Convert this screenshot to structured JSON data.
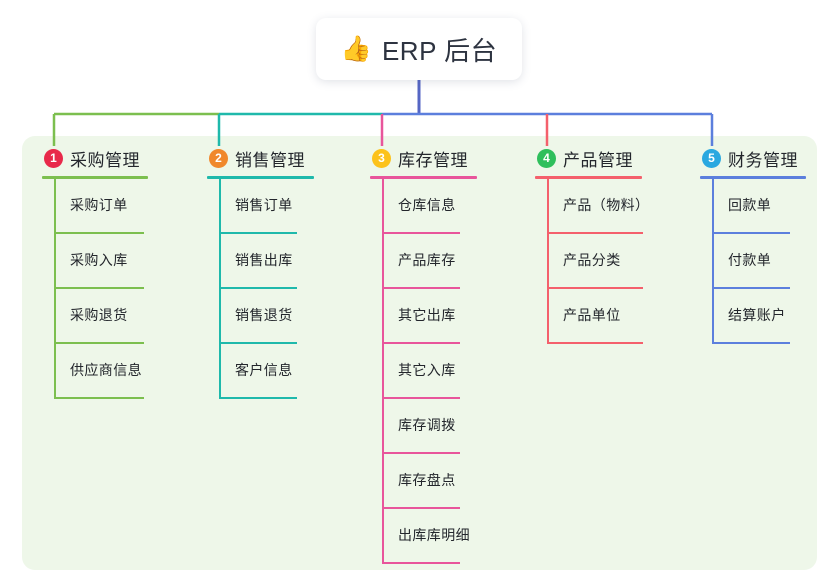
{
  "root": {
    "icon": "thumbs-up-emoji",
    "emoji": "👍",
    "title": "ERP 后台"
  },
  "palette": {
    "panel_bg": "#eef7e9",
    "page_bg": "#ffffff",
    "root_text": "#2d3340",
    "stem": "#5566c4"
  },
  "columns": [
    {
      "number": "1",
      "title": "采购管理",
      "badge_color": "#e8294a",
      "line_color": "#7cbf4f",
      "items": [
        {
          "label": "采购订单"
        },
        {
          "label": "采购入库"
        },
        {
          "label": "采购退货"
        },
        {
          "label": "供应商信息"
        }
      ]
    },
    {
      "number": "2",
      "title": "销售管理",
      "badge_color": "#f0882c",
      "line_color": "#1fb9ab",
      "items": [
        {
          "label": "销售订单"
        },
        {
          "label": "销售出库"
        },
        {
          "label": "销售退货"
        },
        {
          "label": "客户信息"
        }
      ]
    },
    {
      "number": "3",
      "title": "库存管理",
      "badge_color": "#fcc21b",
      "line_color": "#e8559b",
      "items": [
        {
          "label": "仓库信息"
        },
        {
          "label": "产品库存"
        },
        {
          "label": "其它出库"
        },
        {
          "label": "其它入库"
        },
        {
          "label": "库存调拨"
        },
        {
          "label": "库存盘点"
        },
        {
          "label": "出库库明细"
        }
      ]
    },
    {
      "number": "4",
      "title": "产品管理",
      "badge_color": "#2fbf5c",
      "line_color": "#f4606c",
      "items": [
        {
          "label": "产品（物料）"
        },
        {
          "label": "产品分类"
        },
        {
          "label": "产品单位"
        }
      ]
    },
    {
      "number": "5",
      "title": "财务管理",
      "badge_color": "#2aa8e0",
      "line_color": "#5c7fdd",
      "items": [
        {
          "label": "回款单"
        },
        {
          "label": "付款单"
        },
        {
          "label": "结算账户"
        }
      ]
    }
  ]
}
